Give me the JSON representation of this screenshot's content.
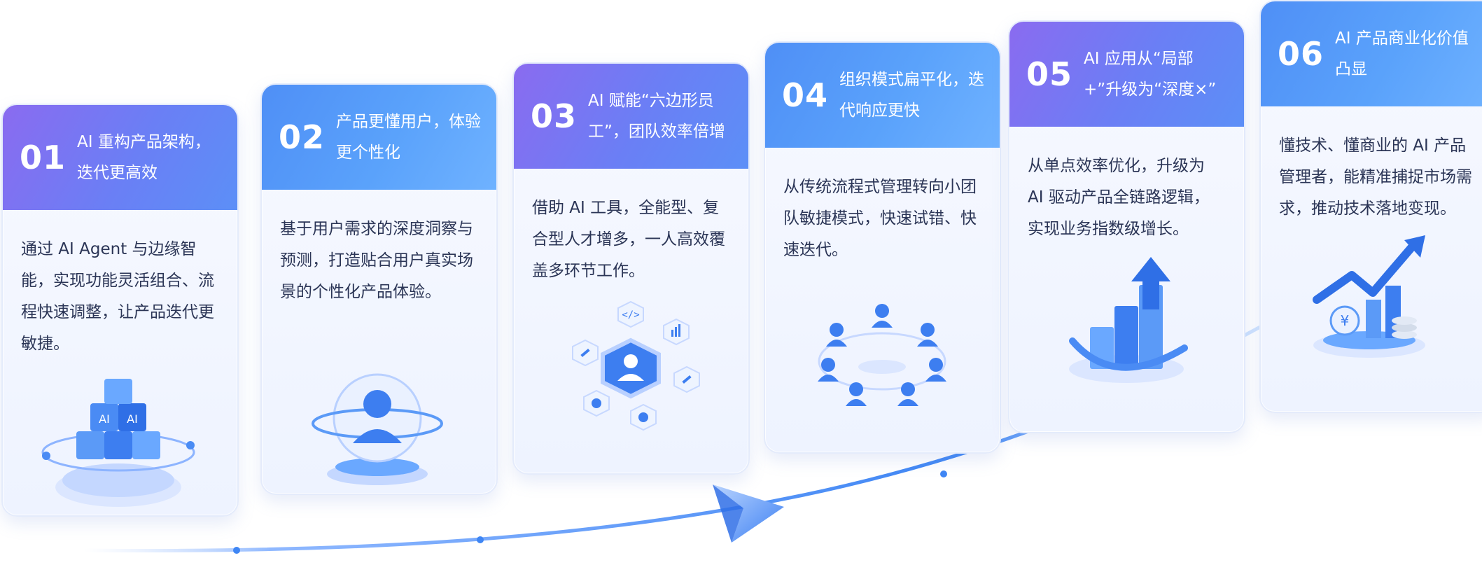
{
  "steps": [
    {
      "num": "01",
      "title": "AI 重构产品架构，迭代更高效",
      "body": "通过 AI Agent 与边缘智能，实现功能灵活组合、流程快速调整，让产品迭代更敏捷。",
      "icon": "ai-cubes-icon",
      "head": "purple"
    },
    {
      "num": "02",
      "title": "产品更懂用户，体验更个性化",
      "body": "基于用户需求的深度洞察与预测，打造贴合用户真实场景的个性化产品体验。",
      "icon": "user-sphere-icon",
      "head": "blue"
    },
    {
      "num": "03",
      "title": "AI 赋能“六边形员工”，团队效率倍增",
      "body": "借助 AI 工具，全能型、复合型人才增多，一人高效覆盖多环节工作。",
      "icon": "hexagon-skills-icon",
      "head": "purple"
    },
    {
      "num": "04",
      "title": "组织模式扁平化，迭代响应更快",
      "body": "从传统流程式管理转向小团队敏捷模式，快速试错、快速迭代。",
      "icon": "team-network-icon",
      "head": "blue"
    },
    {
      "num": "05",
      "title": "AI 应用从“局部+”升级为“深度×”",
      "body": "从单点效率优化，升级为 AI 驱动产品全链路逻辑，实现业务指数级增长。",
      "icon": "growth-bars-icon",
      "head": "purple"
    },
    {
      "num": "06",
      "title": "AI 产品商业化价值凸显",
      "body": "懂技术、懂商业的 AI 产品管理者，能精准捕捉市场需求，推动技术落地变现。",
      "icon": "yuan-growth-icon",
      "head": "blue"
    }
  ],
  "cubes_labels": [
    "AI",
    "AI"
  ],
  "currency_symbol": "¥",
  "colors": {
    "accent": "#4f8ff6",
    "purple": "#8a6bf0",
    "text": "#2b3556"
  }
}
